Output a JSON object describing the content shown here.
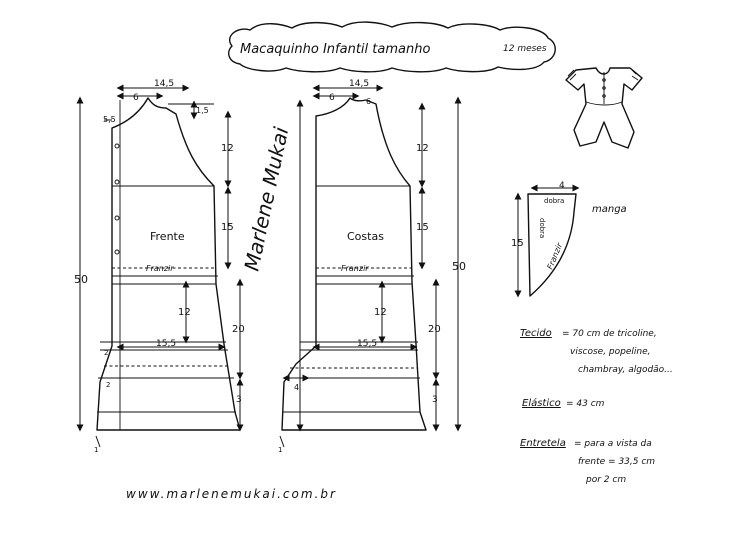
{
  "title": {
    "main": "Macaquinho Infantil tamanho",
    "size": "12 meses"
  },
  "front": {
    "label": "Frente",
    "gather": "Franzir",
    "width_top": "14,5",
    "neck_w": "6",
    "neck_d": "1,5",
    "shoulder": "5,5",
    "arm": "12",
    "bodice": "15",
    "seat": "12",
    "crotch_w": "15,5",
    "rise": "20",
    "hem": "3",
    "leg_ext": "2",
    "leg_in": "2",
    "edge": "1"
  },
  "back": {
    "label": "Costas",
    "gather": "Franzir",
    "width_top": "14,5",
    "neck_w": "6",
    "neck_d": "6",
    "arm": "12",
    "bodice": "15",
    "seat": "12",
    "crotch_w": "15,5",
    "rise": "20",
    "hem": "3",
    "crotch_ext": "4",
    "edge": "1"
  },
  "total_length": "50",
  "signature": "Marlene Mukai",
  "sleeve": {
    "label": "manga",
    "top": "4",
    "fold": "dobra",
    "fold_side": "dobra",
    "height": "15",
    "gather": "Franzir"
  },
  "materials": [
    {
      "label": "Tecido",
      "text": "= 70 cm de tricoline, viscose, popeline, chambray, algodão..."
    },
    {
      "label": "Elástico",
      "text": "= 43 cm"
    },
    {
      "label": "Entretela",
      "text": "= para a vista da frente = 33,5 cm por 2 cm"
    }
  ],
  "website": "www.marlenemukai.com.br"
}
